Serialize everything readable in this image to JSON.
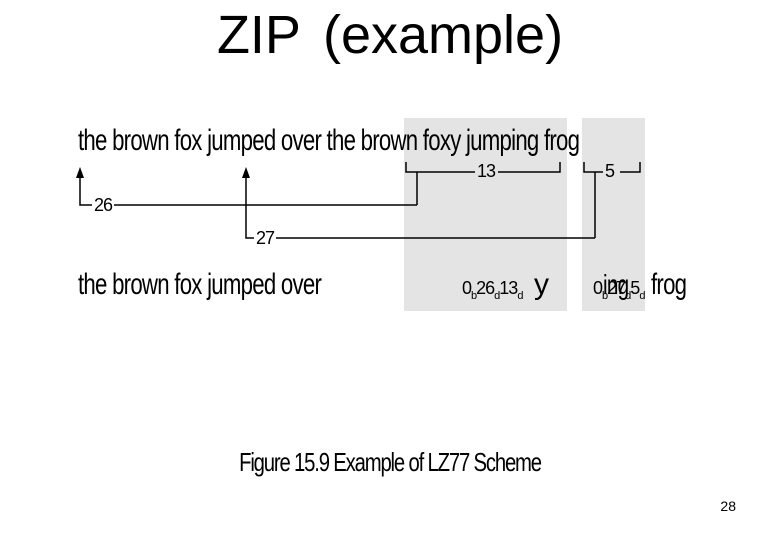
{
  "slide": {
    "title": "ZIP",
    "title_paren": "(example)",
    "page_number": "28"
  },
  "figure": {
    "original_text": "the brown fox jumped over the brown foxy jumping frog",
    "compressed_prefix": "the brown fox jumped over",
    "compressed_y": "y",
    "compressed_suffix": "frog",
    "token1": {
      "lead": "0",
      "lead_sub": "b",
      "offset": "26",
      "offset_sub": "d",
      "length": "13",
      "length_sub": "d"
    },
    "token2": {
      "lead": "0",
      "lead_sub": "b",
      "offset": "27",
      "offset_sub": "d",
      "length": "5",
      "length_sub": "d",
      "overlap": "ing"
    },
    "label_26": "26",
    "label_27": "27",
    "label_13": "13",
    "label_5": "5",
    "caption": "Figure 15.9   Example of LZ77 Scheme"
  }
}
